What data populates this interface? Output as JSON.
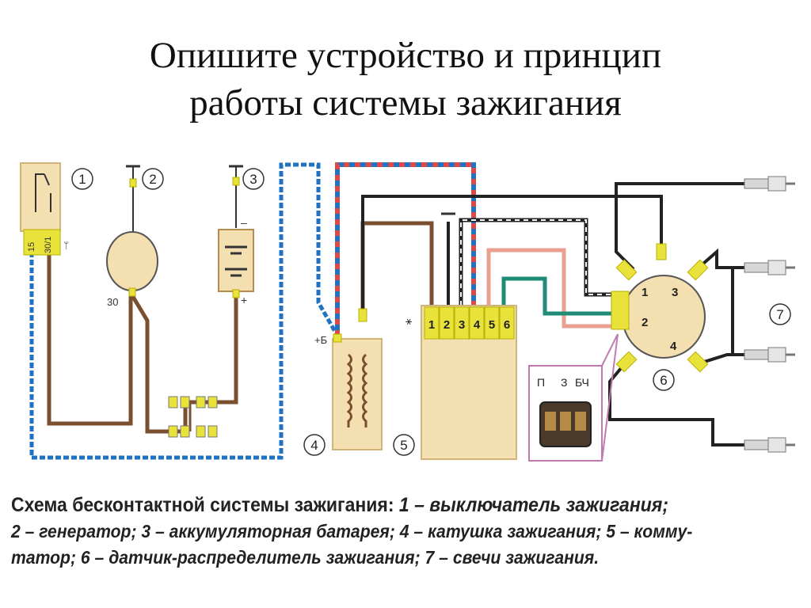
{
  "slide": {
    "title_line1": "Опишите устройство и принцип",
    "title_line2": "работы системы зажигания"
  },
  "diagram": {
    "callouts": [
      "1",
      "2",
      "3",
      "4",
      "5",
      "6",
      "7"
    ],
    "switch_terminals": [
      "15",
      "30/1"
    ],
    "generator_terminal": "30",
    "battery_minus": "–",
    "battery_plus": "+",
    "coil_terminal": "+Б",
    "commutator_pins": [
      "1",
      "2",
      "3",
      "4",
      "5",
      "6"
    ],
    "connector_labels": [
      "П",
      "З",
      "БЧ"
    ],
    "distributor_terminals": [
      "1",
      "3",
      "2",
      "4"
    ]
  },
  "caption": {
    "line1_head": "Схема бесконтактной системы зажигания:",
    "line1_rest": " 1 – выключатель зажигания;",
    "line2": "2 – генератор; 3 – аккумуляторная батарея; 4 – катушка зажигания; 5 – комму-",
    "line3": "татор; 6 – датчик-распределитель зажигания; 7 – свечи зажигания."
  },
  "colors": {
    "background": "#ffffff",
    "component_fill": "#f3dfb0",
    "terminal_yellow": "#e8e23a",
    "wire_blue": "#1f73c2",
    "wire_red": "#e04848",
    "wire_brown": "#7a5030",
    "wire_dark": "#222222",
    "wire_pink": "#e9a090",
    "wire_green": "#1f8a76",
    "plug_gray": "#d7d7d7"
  }
}
